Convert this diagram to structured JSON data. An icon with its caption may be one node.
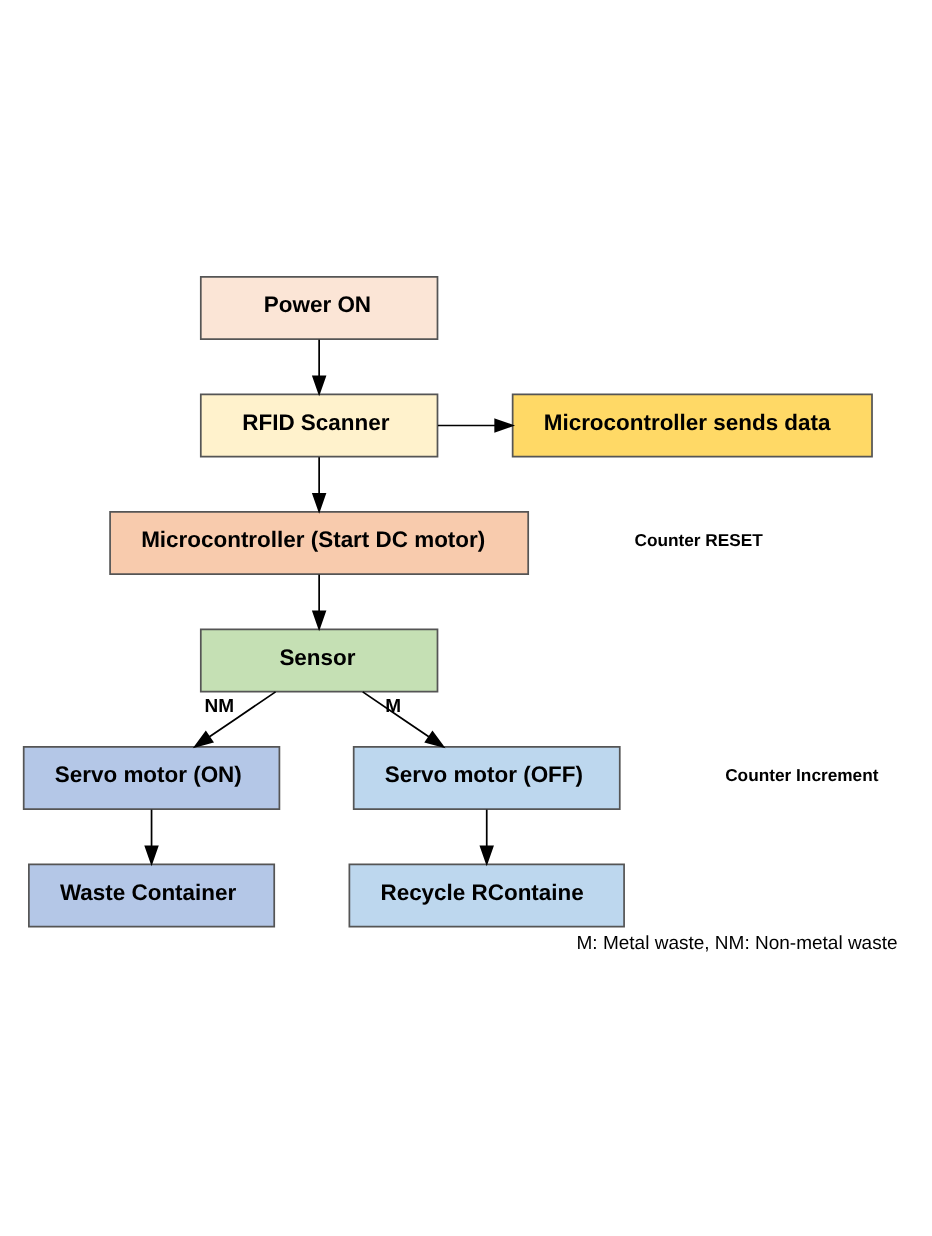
{
  "diagram": {
    "caption": "M: Metal waste, NM: Non-metal waste",
    "nodes": [
      {
        "text": [
          "Power ON"
        ]
      },
      {
        "text": [
          "RFID Scanner"
        ]
      },
      {
        "text": [
          "Microcontroller sends data"
        ]
      },
      {
        "text": [
          "Microcontroller (Start DC motor)"
        ]
      },
      {
        "text": [
          "Sensor"
        ]
      },
      {
        "text": [
          "Servo motor (ON)"
        ]
      },
      {
        "text": [
          "Servo motor (OFF)"
        ]
      },
      {
        "text": [
          "Waste Container"
        ]
      },
      {
        "text": [
          "Recycle RContaine"
        ]
      }
    ],
    "edges": [
      {
        "from": 0,
        "to": 1,
        "arrow": "to"
      },
      {
        "from": 1,
        "to": 2,
        "arrow": "to"
      },
      {
        "from": 1,
        "to": 3,
        "arrow": "to"
      },
      {
        "from": 3,
        "to": 4,
        "arrow": "to"
      },
      {
        "from": 4,
        "to": 5,
        "arrow": "to",
        "label": "NM"
      },
      {
        "from": 4,
        "to": 6,
        "arrow": "to",
        "label": "M"
      },
      {
        "from": 5,
        "to": 7,
        "arrow": "to"
      },
      {
        "from": 6,
        "to": 8,
        "arrow": "to"
      }
    ],
    "labels": [
      "Counter RESET",
      "Counter Increment"
    ]
  }
}
